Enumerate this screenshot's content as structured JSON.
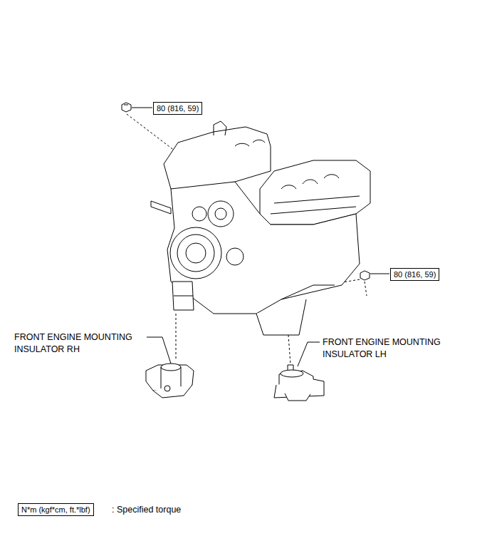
{
  "diagram": {
    "nodes": [
      {
        "text": [
          "80 (816, 59)"
        ]
      },
      {
        "text": [
          "80 (816, 59)"
        ]
      },
      {
        "text": [
          "N*m (kgf*cm, ft.*lbf)"
        ]
      }
    ],
    "labels": [
      "FRONT ENGINE MOUNTING INSULATOR RH",
      "FRONT ENGINE MOUNTING INSULATOR LH",
      ": Specified torque"
    ]
  }
}
